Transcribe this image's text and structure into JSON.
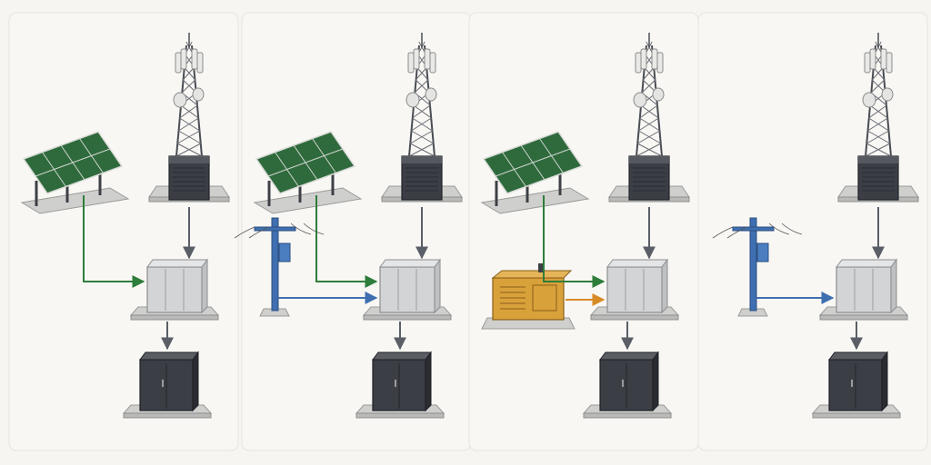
{
  "diagram": {
    "panels": [
      {
        "id": "solar-only",
        "sources": [
          "solar-panel-array"
        ],
        "connections": [
          {
            "from": "solar-panel-array",
            "to": "power-cabinet",
            "color": "#2e7d3a"
          },
          {
            "from": "cell-tower",
            "to": "power-cabinet",
            "color": "#5a5e66"
          },
          {
            "from": "power-cabinet",
            "to": "battery-enclosure",
            "color": "#5a5e66"
          }
        ]
      },
      {
        "id": "solar-plus-grid",
        "sources": [
          "solar-panel-array",
          "utility-pole"
        ],
        "connections": [
          {
            "from": "solar-panel-array",
            "to": "power-cabinet",
            "color": "#2e7d3a"
          },
          {
            "from": "utility-pole",
            "to": "power-cabinet",
            "color": "#3f6fb0"
          },
          {
            "from": "cell-tower",
            "to": "power-cabinet",
            "color": "#5a5e66"
          },
          {
            "from": "power-cabinet",
            "to": "battery-enclosure",
            "color": "#5a5e66"
          }
        ]
      },
      {
        "id": "solar-plus-generator",
        "sources": [
          "solar-panel-array",
          "diesel-generator"
        ],
        "connections": [
          {
            "from": "solar-panel-array",
            "to": "power-cabinet",
            "color": "#2e7d3a"
          },
          {
            "from": "diesel-generator",
            "to": "power-cabinet",
            "color": "#d88a25"
          },
          {
            "from": "cell-tower",
            "to": "power-cabinet",
            "color": "#5a5e66"
          },
          {
            "from": "power-cabinet",
            "to": "battery-enclosure",
            "color": "#5a5e66"
          }
        ]
      },
      {
        "id": "grid-only",
        "sources": [
          "utility-pole"
        ],
        "connections": [
          {
            "from": "utility-pole",
            "to": "power-cabinet",
            "color": "#3f6fb0"
          },
          {
            "from": "cell-tower",
            "to": "power-cabinet",
            "color": "#5a5e66"
          },
          {
            "from": "power-cabinet",
            "to": "battery-enclosure",
            "color": "#5a5e66"
          }
        ]
      }
    ]
  },
  "colors": {
    "background": "#f6f5f2",
    "panel_border": "#e6e4df",
    "solar_link": "#2e7d3a",
    "grid_link": "#3f6fb0",
    "generator_link": "#d88a25",
    "internal_link": "#5a5e66",
    "solar_cell": "#2f6a3c",
    "generator_body": "#d9a13a",
    "battery_body": "#3b3e45",
    "cabinet_body": "#d3d4d6",
    "concrete": "#b9bab9"
  }
}
